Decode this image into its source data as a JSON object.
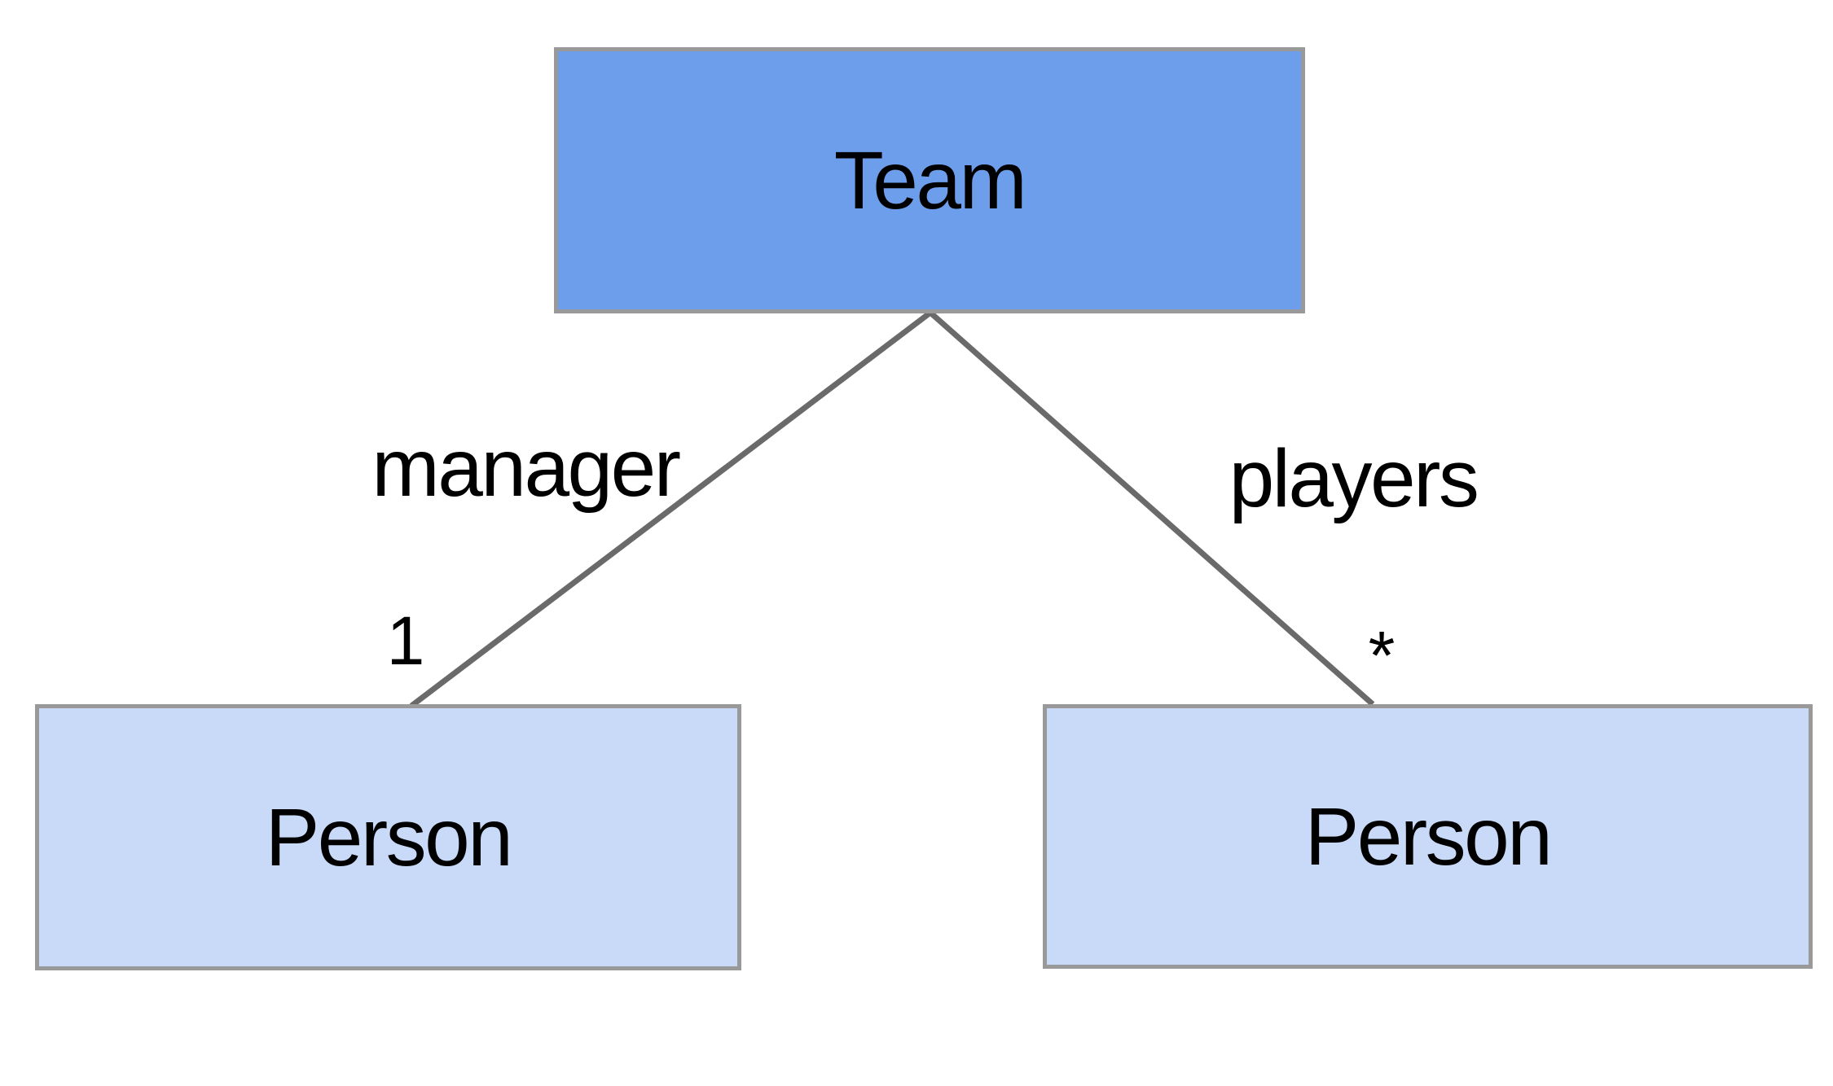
{
  "diagram": {
    "kind": "uml-association-diagram",
    "background_color": "#ffffff",
    "border_color": "#999999",
    "line_color": "#6a6a6a",
    "text_color": "#000000",
    "nodes": [
      {
        "id": "team",
        "label": "Team",
        "fill": "#6d9eeb"
      },
      {
        "id": "person-left",
        "label": "Person",
        "fill": "#c9daf8"
      },
      {
        "id": "person-right",
        "label": "Person",
        "fill": "#c9daf8"
      }
    ],
    "edges": [
      {
        "id": "manager",
        "from": "team",
        "to": "person-left",
        "label": "manager",
        "cardinality": "1"
      },
      {
        "id": "players",
        "from": "team",
        "to": "person-right",
        "label": "players",
        "cardinality": "*"
      }
    ]
  }
}
